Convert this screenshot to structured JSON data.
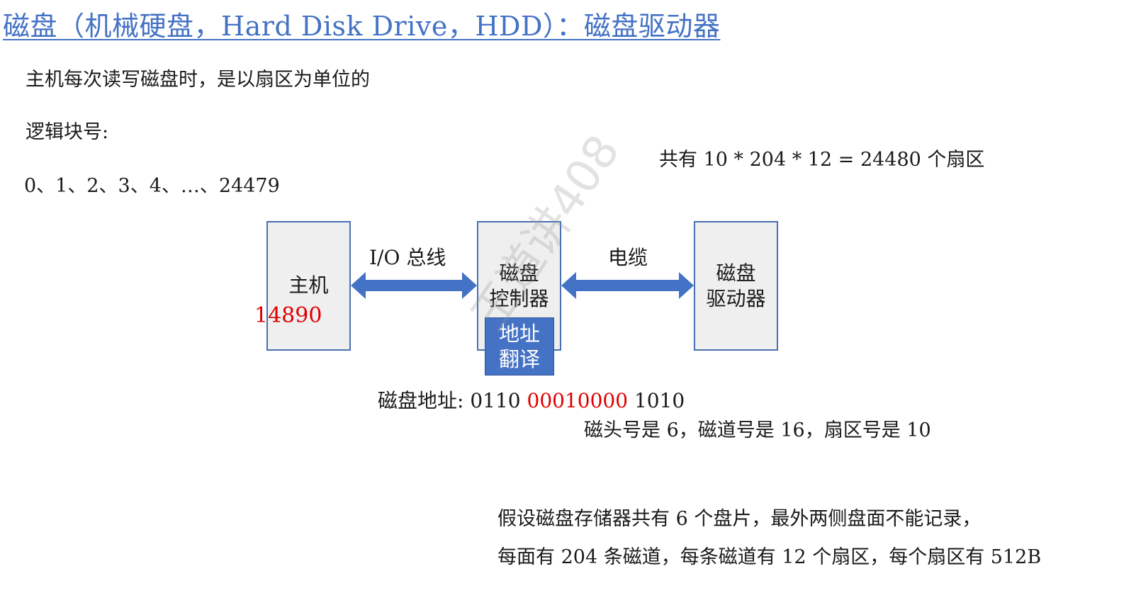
{
  "title": "磁盘（机械硬盘，Hard Disk Drive，HDD）：磁盘驱动器",
  "intro": "主机每次读写磁盘时，是以扇区为单位的",
  "logical_block_label": "逻辑块号:",
  "logical_block_range": "0、1、2、3、4、…、24479",
  "total_sectors": "共有 10 * 204 * 12 = 24480 个扇区",
  "diagram": {
    "host": {
      "label": "主机",
      "value": "14890"
    },
    "io_bus": "I/O 总线",
    "controller": {
      "line1": "磁盘",
      "line2": "控制器"
    },
    "address_translation": {
      "line1": "地址",
      "line2": "翻译"
    },
    "cable": "电缆",
    "drive": {
      "line1": "磁盘",
      "line2": "驱动器"
    }
  },
  "disk_address": {
    "label": "磁盘地址:",
    "part1": "0110",
    "part2": "00010000",
    "part3": "1010"
  },
  "address_meaning": "磁头号是 6，磁道号是 16，扇区号是 10",
  "assumption_line1": "假设磁盘存储器共有 6 个盘片，最外两侧盘面不能记录，",
  "assumption_line2": "每面有 204 条磁道，每条磁道有 12 个扇区，每个扇区有 512B",
  "watermark": "王道讲408",
  "colors": {
    "accent": "#4472c4",
    "highlight": "#e00000",
    "box_fill": "#efefef"
  }
}
